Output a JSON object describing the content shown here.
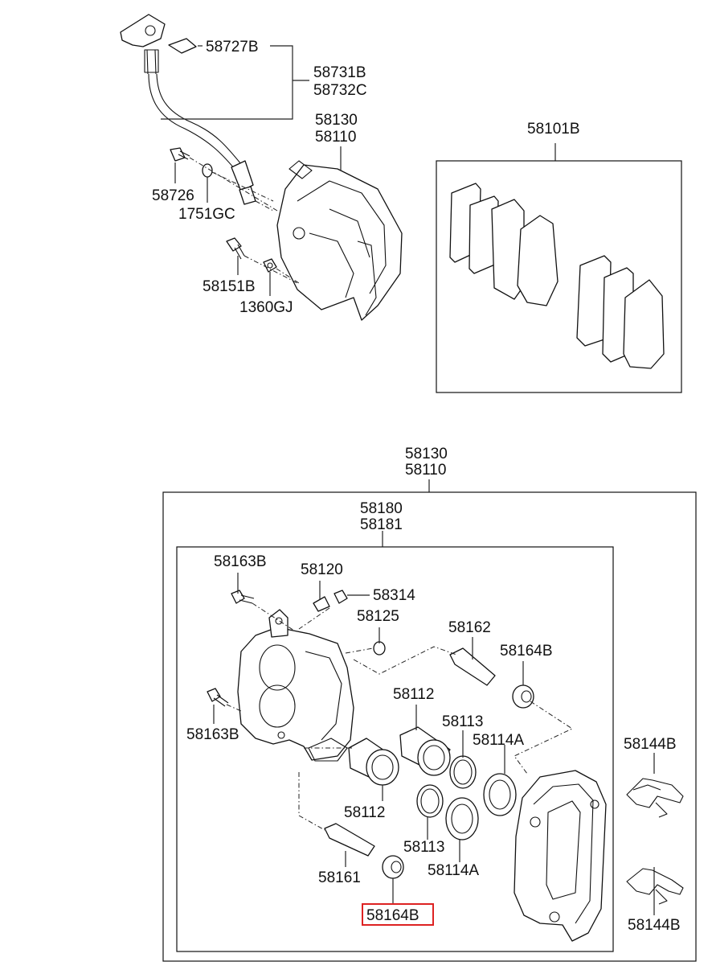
{
  "labels": {
    "clip": "58727B",
    "hose_a": "58731B",
    "hose_b": "58732C",
    "top_caliper_a": "58130",
    "top_caliper_b": "58110",
    "pad_kit": "58101B",
    "bolt_left": "58726",
    "washer": "1751GC",
    "bolt_lower": "58151B",
    "nut": "1360GJ",
    "assy_a": "58130",
    "assy_b": "58110",
    "housing_a": "58180",
    "housing_b": "58181",
    "bleeder_bolt_top": "58163B",
    "bleeder": "58120",
    "bleeder_cap": "58314",
    "bush": "58125",
    "guide_pin_upper": "58162",
    "boot_upper": "58164B",
    "bleeder_bolt_mid": "58163B",
    "piston_upper": "58112",
    "seal_upper": "58113",
    "boot_ring_upper": "58114A",
    "piston_lower": "58112",
    "seal_lower": "58113",
    "boot_ring_lower": "58114A",
    "guide_pin_lower": "58161",
    "boot_lower_highlighted": "58164B",
    "spring_upper": "58144B",
    "spring_lower": "58144B"
  },
  "colors": {
    "line": "#222222",
    "highlight": "#dd2222",
    "background": "#ffffff"
  }
}
